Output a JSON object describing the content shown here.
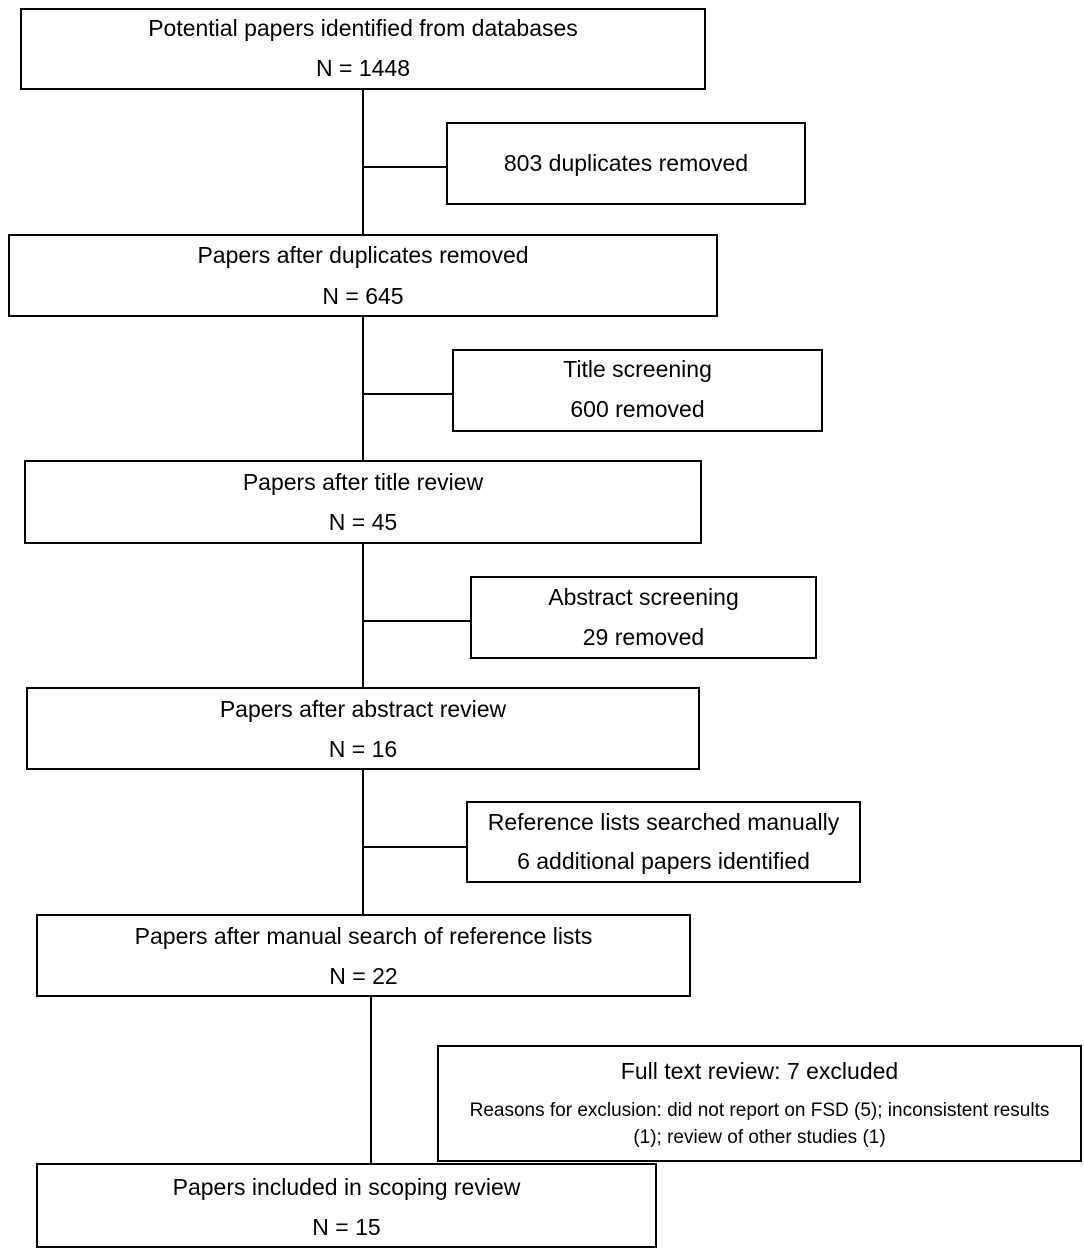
{
  "main_boxes": [
    {
      "title": "Potential papers identified from databases",
      "count": "N = 1448"
    },
    {
      "title": "Papers after duplicates removed",
      "count": "N = 645"
    },
    {
      "title": "Papers after title review",
      "count": "N = 45"
    },
    {
      "title": "Papers after abstract review",
      "count": "N = 16"
    },
    {
      "title": "Papers after manual search of reference lists",
      "count": "N = 22"
    },
    {
      "title": "Papers included in scoping review",
      "count": "N = 15"
    }
  ],
  "side_boxes": {
    "duplicates": {
      "text": "803 duplicates removed"
    },
    "title_screening": {
      "title": "Title screening",
      "detail": "600 removed"
    },
    "abstract_screening": {
      "title": "Abstract screening",
      "detail": "29 removed"
    },
    "reference_search": {
      "title": "Reference lists searched manually",
      "detail": "6 additional papers identified"
    },
    "full_text_review": {
      "title": "Full text review: 7 excluded",
      "detail": "Reasons for exclusion: did not report on FSD (5); inconsistent results (1); review of other studies (1)"
    }
  }
}
